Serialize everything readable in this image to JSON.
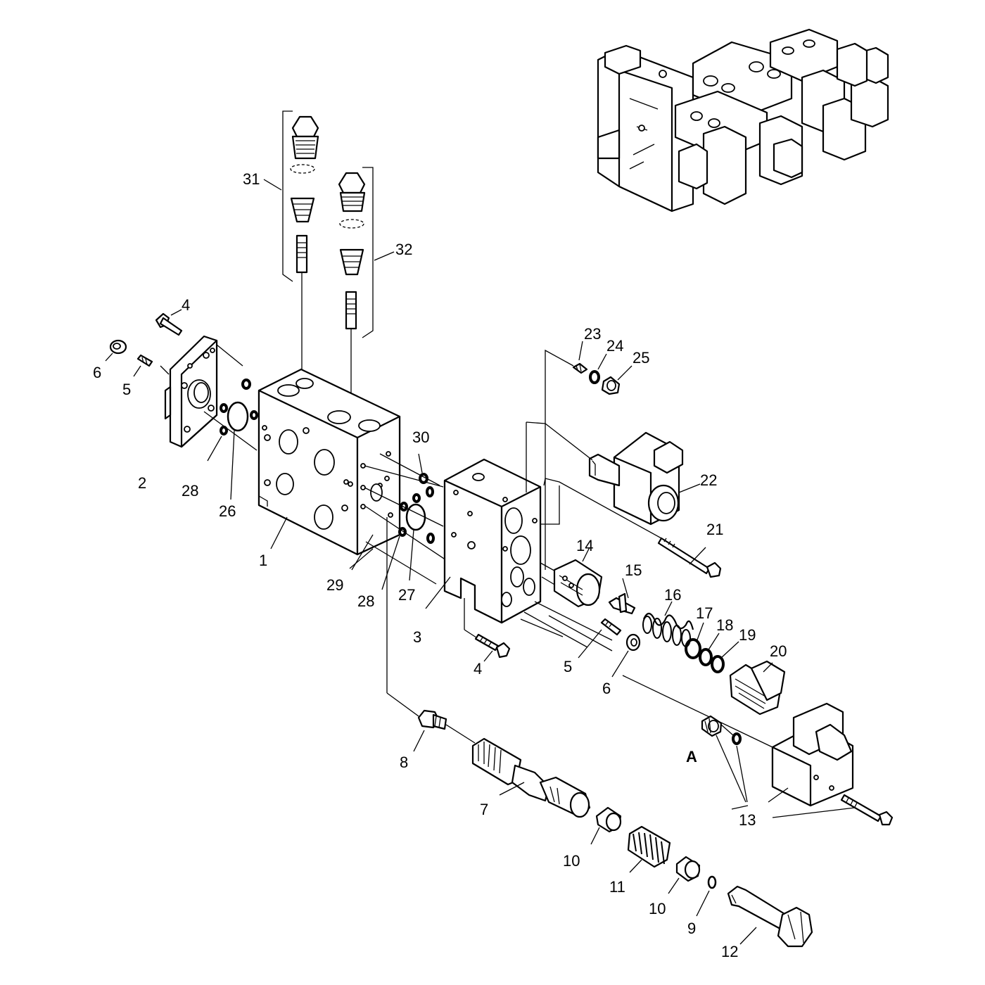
{
  "diagram": {
    "labels": {
      "l1": "1",
      "l2": "2",
      "l3": "3",
      "l4a": "4",
      "l4b": "4",
      "l5a": "5",
      "l5b": "5",
      "l6a": "6",
      "l6b": "6",
      "l7": "7",
      "l8": "8",
      "l9": "9",
      "l10a": "10",
      "l10b": "10",
      "l11": "11",
      "l12": "12",
      "l13": "13",
      "l14": "14",
      "l15": "15",
      "l16": "16",
      "l17": "17",
      "l18": "18",
      "l19": "19",
      "l20": "20",
      "l21": "21",
      "l22": "22",
      "l23": "23",
      "l24": "24",
      "l25": "25",
      "l26": "26",
      "l27": "27",
      "l28a": "28",
      "l28b": "28",
      "l29": "29",
      "l30": "30",
      "l31": "31",
      "l32": "32",
      "lA": "A"
    }
  }
}
